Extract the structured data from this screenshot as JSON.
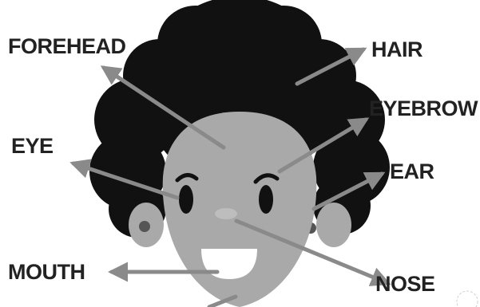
{
  "diagram": {
    "labels": {
      "forehead": "FOREHEAD",
      "hair": "HAIR",
      "eyebrow": "EYEBROW",
      "eye": "EYE",
      "ear": "EAR",
      "mouth": "MOUTH",
      "nose": "NOSE"
    }
  },
  "colors": {
    "hair": "#111111",
    "skin": "#a9a9a9",
    "arrow": "#8a8a8a",
    "text": "#222222",
    "background": "#ffffff"
  }
}
